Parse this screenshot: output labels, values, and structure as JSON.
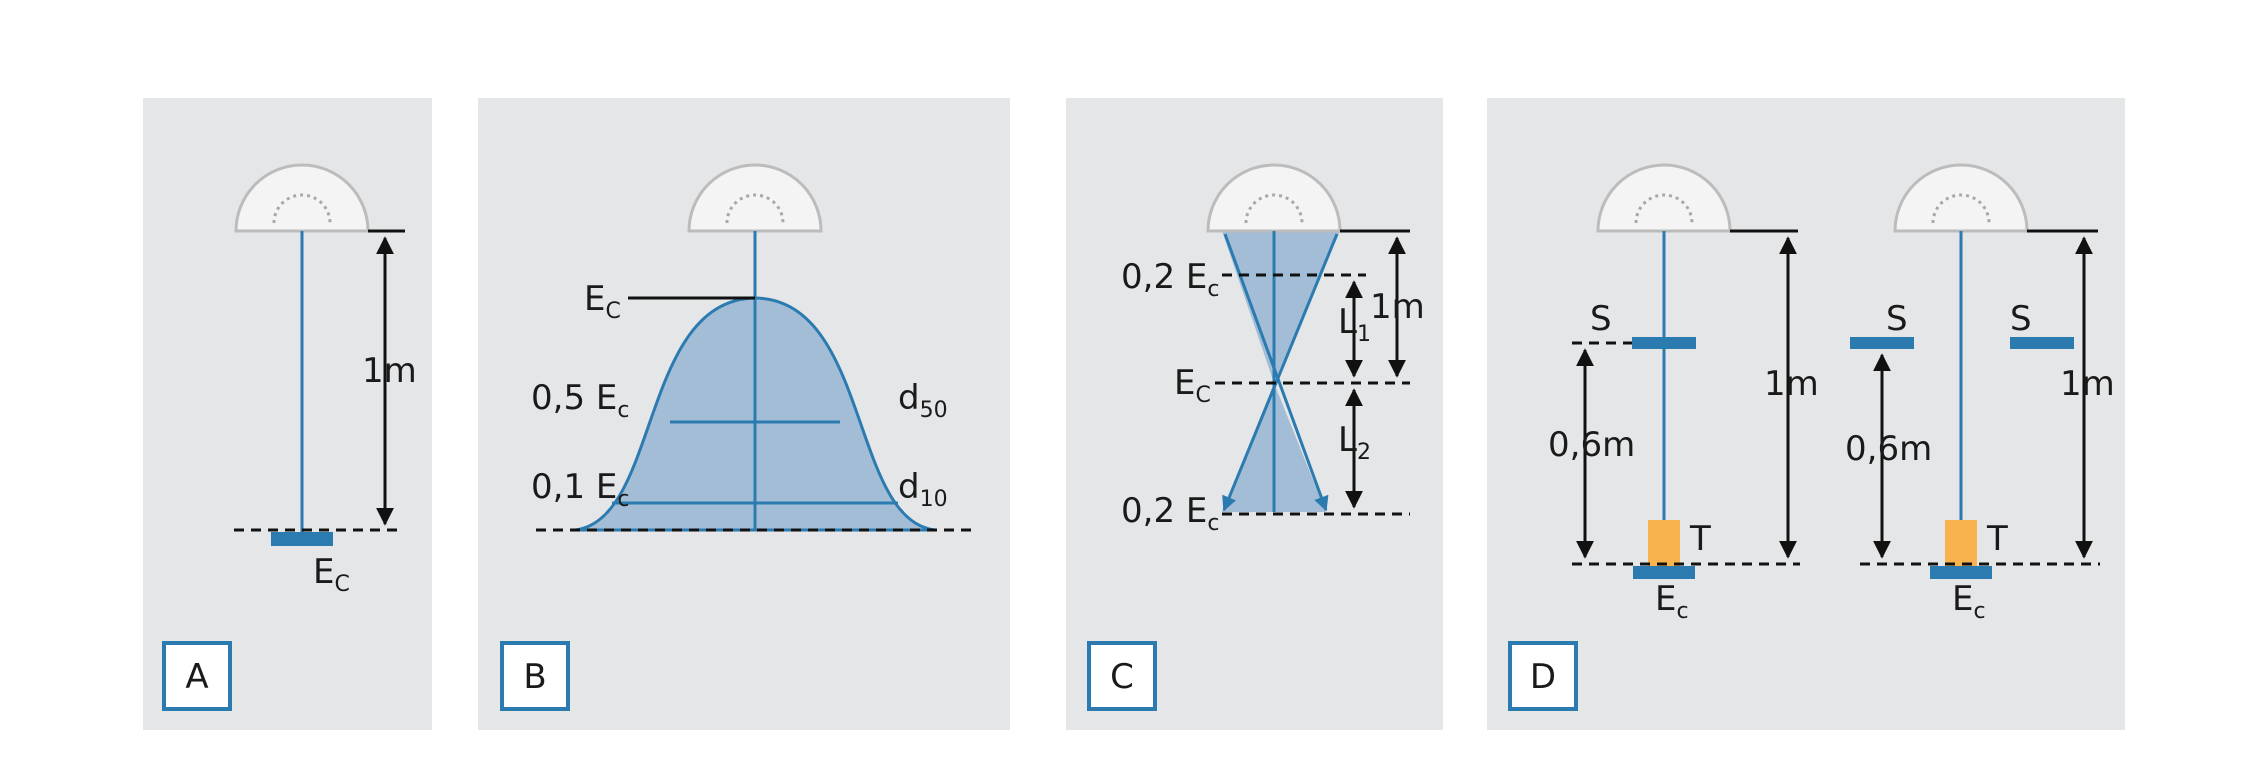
{
  "panels": {
    "a": {
      "letter": "A",
      "height": "1m",
      "ec_main": "E",
      "ec_sub": "C"
    },
    "b": {
      "letter": "B",
      "ec_main": "E",
      "ec_sub": "C",
      "half_main": "0,5 E",
      "half_sub": "c",
      "tenth_main": "0,1 E",
      "tenth_sub": "c",
      "d50_main": "d",
      "d50_sub": "50",
      "d10_main": "d",
      "d10_sub": "10"
    },
    "c": {
      "letter": "C",
      "top_main": "0,2 E",
      "top_sub": "c",
      "ec_main": "E",
      "ec_sub": "C",
      "bottom_main": "0,2 E",
      "bottom_sub": "c",
      "height": "1m",
      "l1_main": "L",
      "l1_sub": "1",
      "l2_main": "L",
      "l2_sub": "2"
    },
    "d": {
      "letter": "D",
      "s_label": "S",
      "t_label": "T",
      "dist_short": "0,6m",
      "dist_long": "1m",
      "ec_main": "E",
      "ec_sub": "c"
    }
  },
  "colors": {
    "panel_bg": "#e5e6e8",
    "line_blue": "#2b7bb0",
    "fill_blue": "#a3bdd6",
    "target_orange": "#f8b34f",
    "dark": "#111111"
  }
}
